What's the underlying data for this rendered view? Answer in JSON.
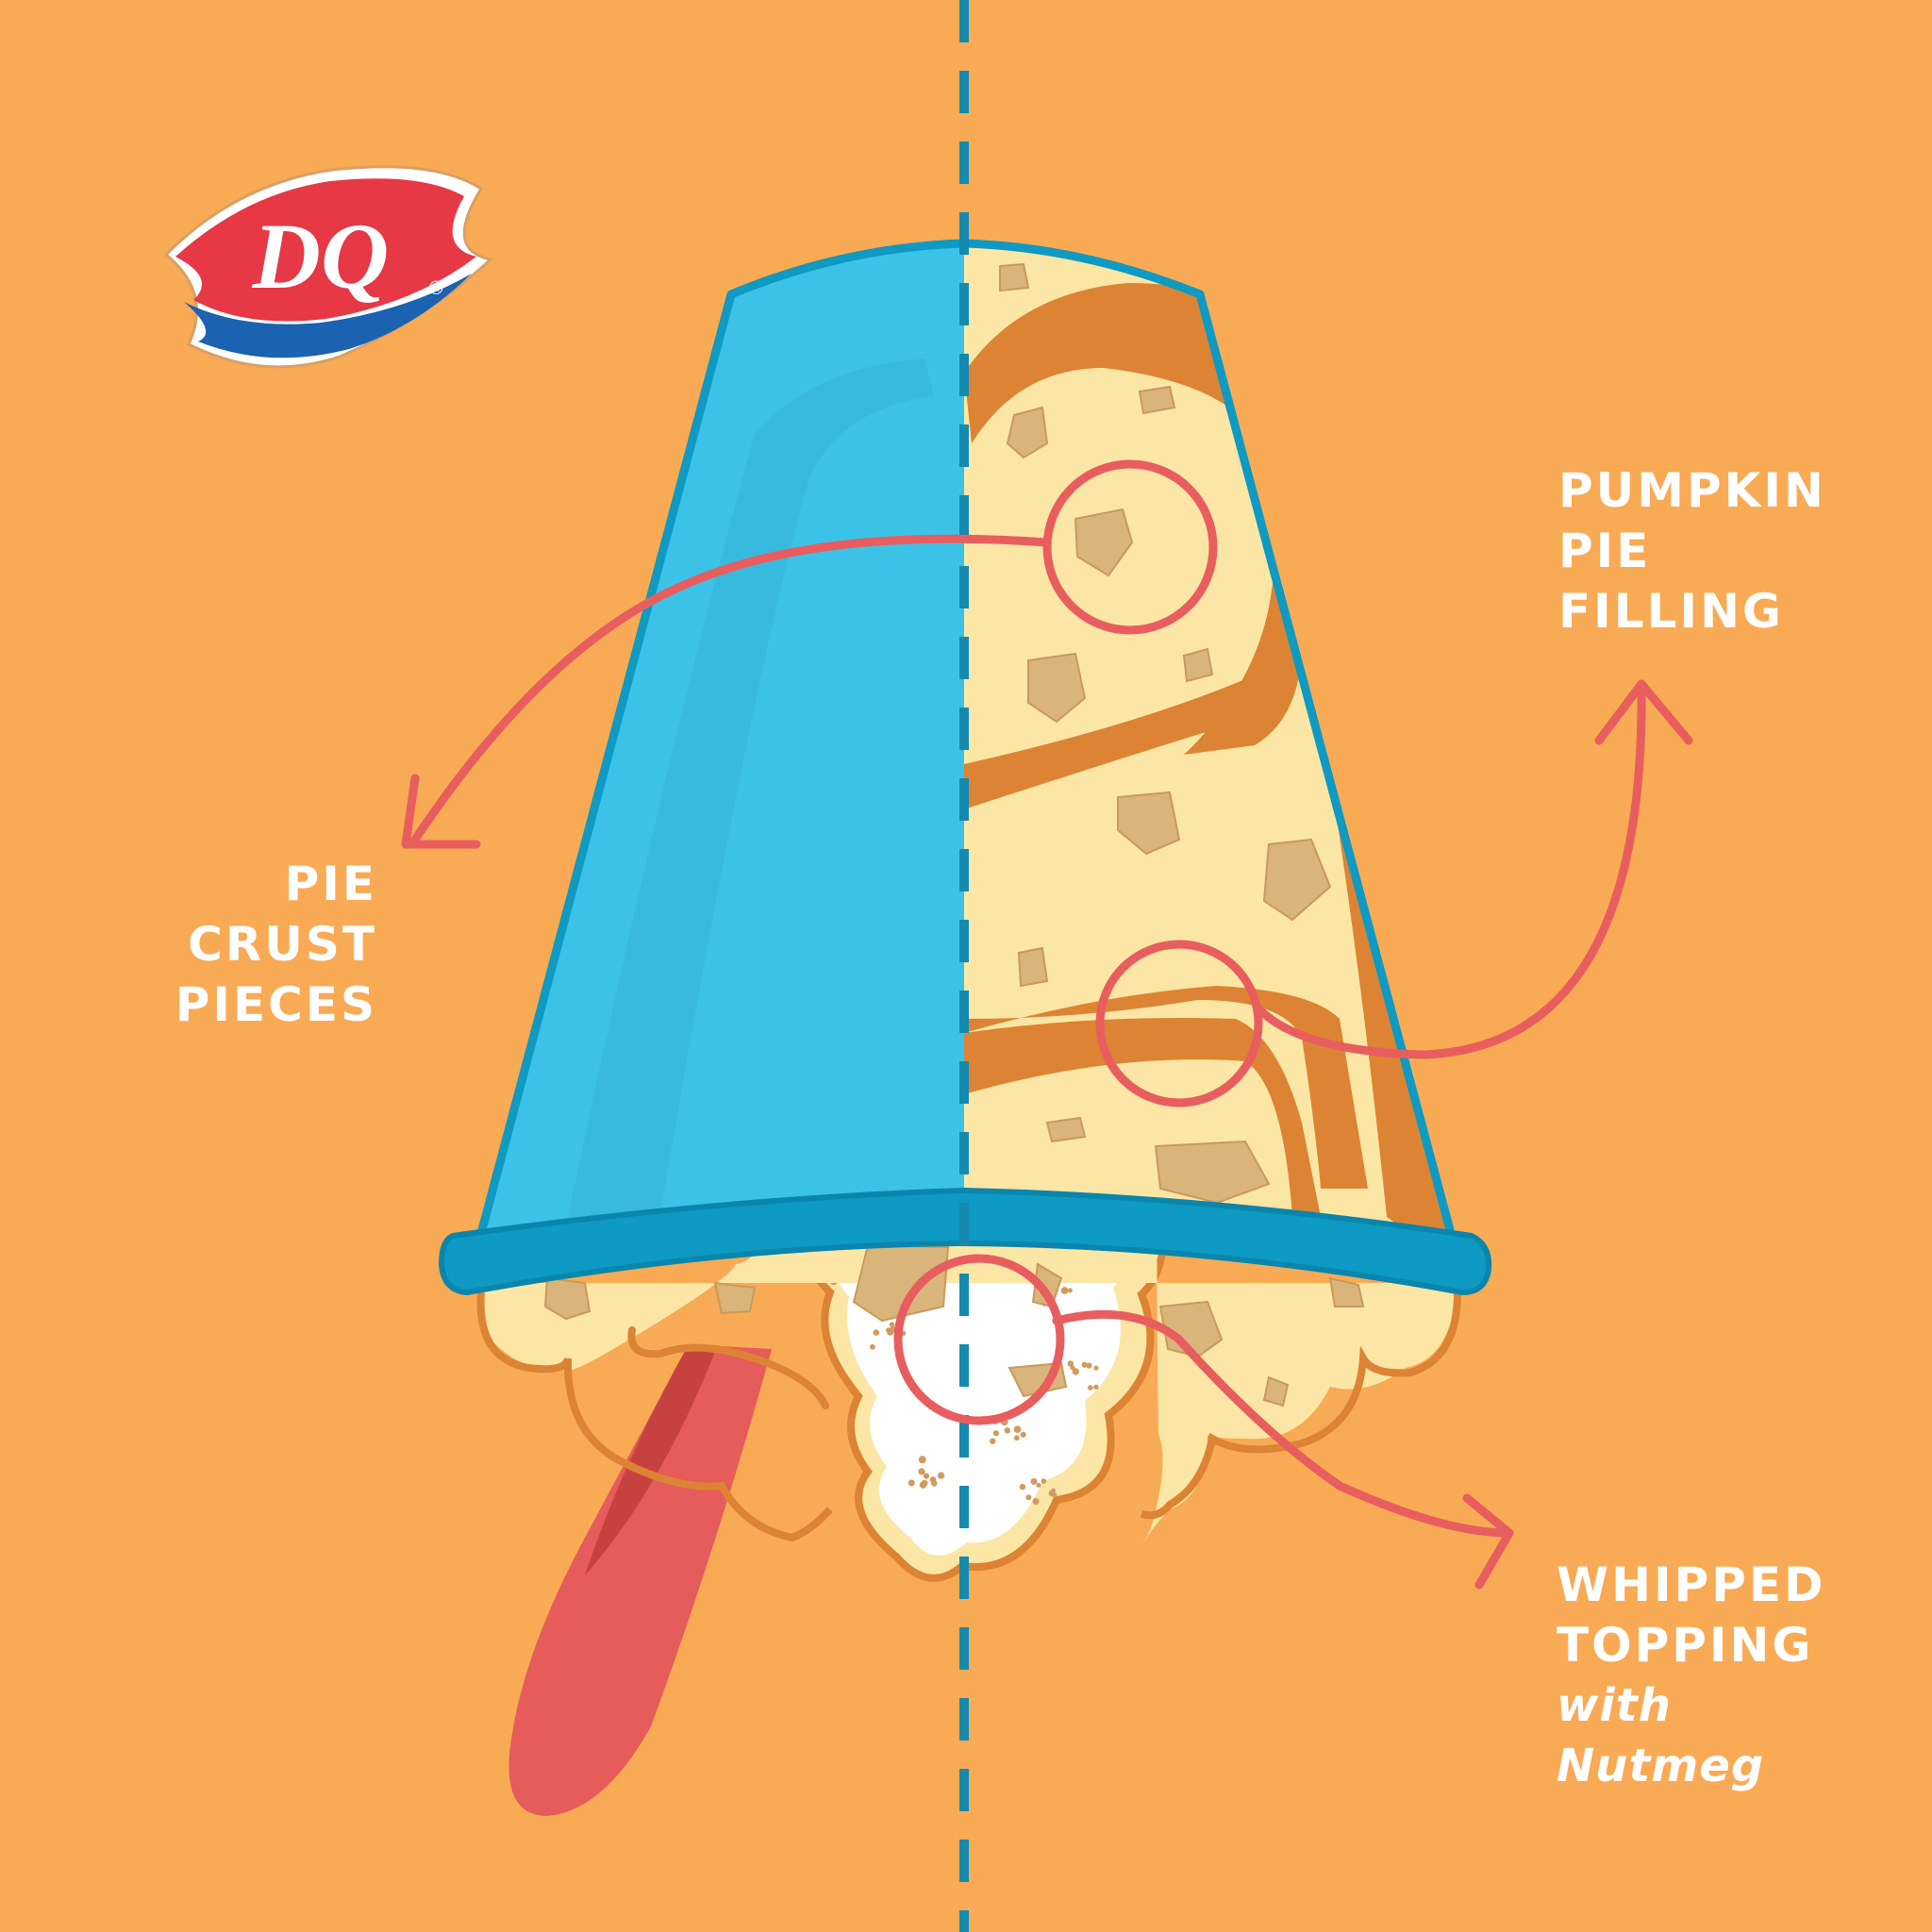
{
  "logo": {
    "text": "DQ",
    "registered_mark": "®",
    "colors": {
      "red": "#E63845",
      "blue": "#1B62B0",
      "white": "#FFFFFF"
    }
  },
  "callouts": {
    "pie_crust": [
      "PIE",
      "CRUST",
      "PIECES"
    ],
    "pumpkin": [
      "PUMPKIN",
      "PIE",
      "FILLING"
    ],
    "whipped": {
      "lines": [
        "WHIPPED",
        "TOPPING"
      ],
      "script_lines": [
        "with",
        "Nutmeg"
      ]
    }
  },
  "colors": {
    "background": "#F9AA55",
    "cup_blue": "#3CC2E6",
    "cup_outline": "#0E9AC2",
    "cream": "#FCE6A6",
    "pumpkin_swirl": "#DC8433",
    "crust_piece": "#D9B47B",
    "arrow": "#E85E5E",
    "spoon": "#E55C5A",
    "center_line": "#168AAE",
    "whipped_white": "#FFFFFF"
  }
}
